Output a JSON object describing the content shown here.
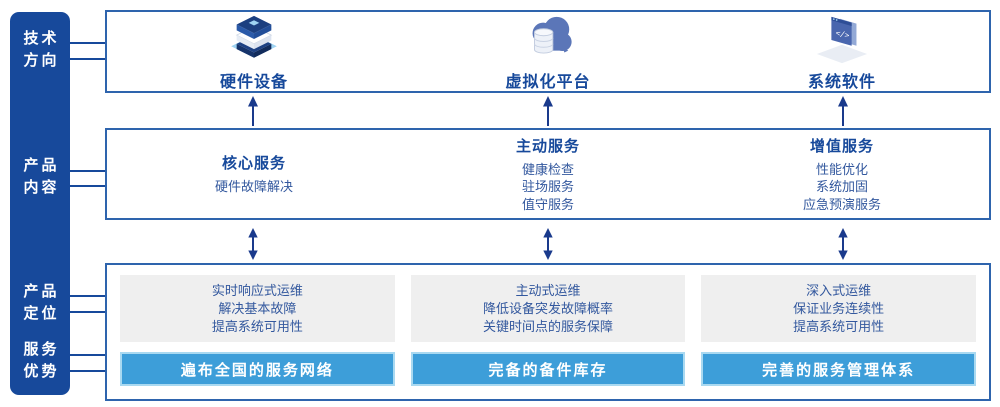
{
  "sidebar": {
    "items": [
      {
        "name": "tech-direction",
        "line1": "技术",
        "line2": "方向"
      },
      {
        "name": "product-content",
        "line1": "产品",
        "line2": "内容"
      },
      {
        "name": "product-position",
        "line1": "产品",
        "line2": "定位"
      },
      {
        "name": "service-advantage",
        "line1": "服务",
        "line2": "优势"
      }
    ]
  },
  "tech_row": {
    "columns": [
      {
        "icon": "server-stack-icon",
        "label": "硬件设备"
      },
      {
        "icon": "cloud-database-icon",
        "label": "虚拟化平台"
      },
      {
        "icon": "code-window-icon",
        "label": "系统软件"
      }
    ]
  },
  "content_row": {
    "columns": [
      {
        "title": "核心服务",
        "item1": "硬件故障解决",
        "item2": "",
        "item3": ""
      },
      {
        "title": "主动服务",
        "item1": "健康检查",
        "item2": "驻场服务",
        "item3": "值守服务"
      },
      {
        "title": "增值服务",
        "item1": "性能优化",
        "item2": "系统加固",
        "item3": "应急预演服务"
      }
    ]
  },
  "position_row": {
    "columns": [
      {
        "point1": "实时响应式运维",
        "point2": "解决基本故障",
        "point3": "提高系统可用性",
        "advantage": "遍布全国的服务网络"
      },
      {
        "point1": "主动式运维",
        "point2": "降低设备突发故障概率",
        "point3": "关键时间点的服务保障",
        "advantage": "完备的备件库存"
      },
      {
        "point1": "深入式运维",
        "point2": "保证业务连续性",
        "point3": "提高系统可用性",
        "advantage": "完善的服务管理体系"
      }
    ]
  },
  "colors": {
    "sidebar_blue": "#17499B",
    "box_border": "#2E64AD",
    "heading_text": "#17499B",
    "body_text": "#33589E",
    "panel_gray": "#EFEFEF",
    "bar_blue": "#3D9ED9",
    "bar_border": "#A9D9F1",
    "arrow_navy": "#1A3A8C",
    "icon_light_blue": "#9ED3F2"
  }
}
